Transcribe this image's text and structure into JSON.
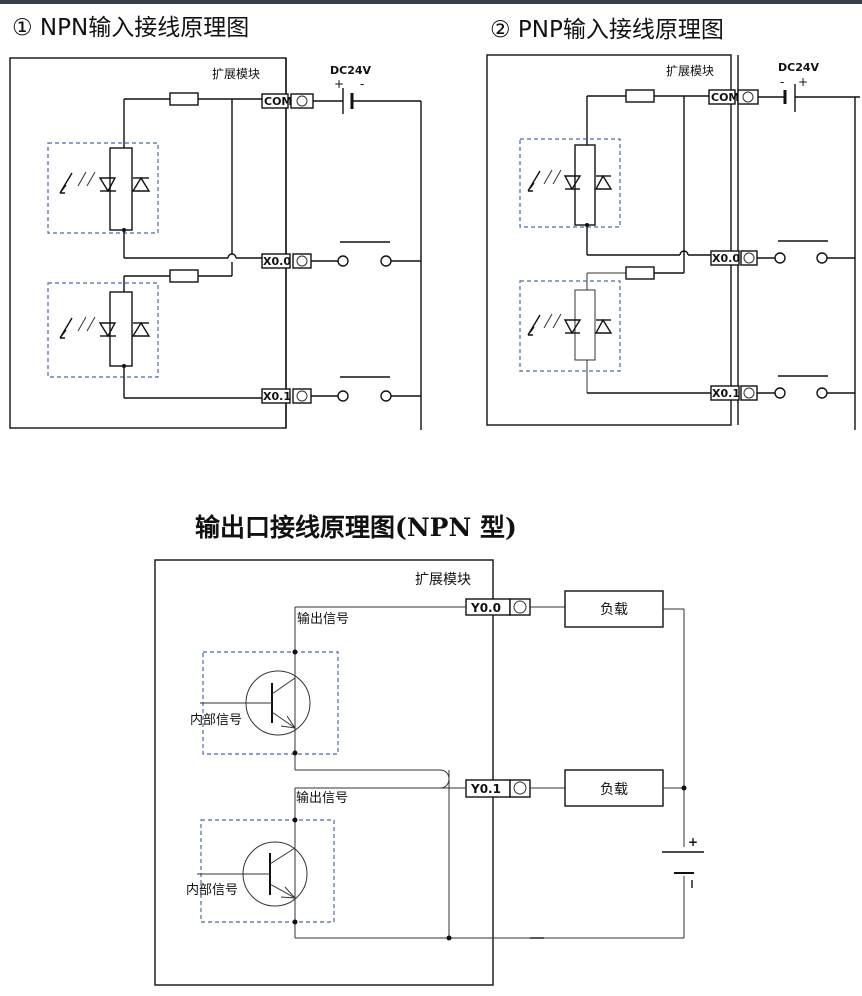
{
  "npn_input": {
    "title": "① NPN输入接线原理图",
    "module_label": "扩展模块",
    "power_label": "DC24V",
    "power_pos": "+",
    "power_neg": "-",
    "terminals": [
      "COM",
      "X0.0",
      "X0.1"
    ]
  },
  "pnp_input": {
    "title": "② PNP输入接线原理图",
    "module_label": "扩展模块",
    "power_label": "DC24V",
    "power_pos": "+",
    "power_neg": "-",
    "terminals": [
      "COM",
      "X0.0",
      "X0.1"
    ]
  },
  "output": {
    "title": "输出口接线原理图(NPN 型)",
    "module_label": "扩展模块",
    "signal_label_1": "输出信号",
    "signal_label_2": "输出信号",
    "internal_label_1": "内部信号",
    "internal_label_2": "内部信号",
    "terminals": [
      "Y0.0",
      "Y0.1"
    ],
    "load_1": "负载",
    "load_2": "负载",
    "battery_pos": "+"
  }
}
